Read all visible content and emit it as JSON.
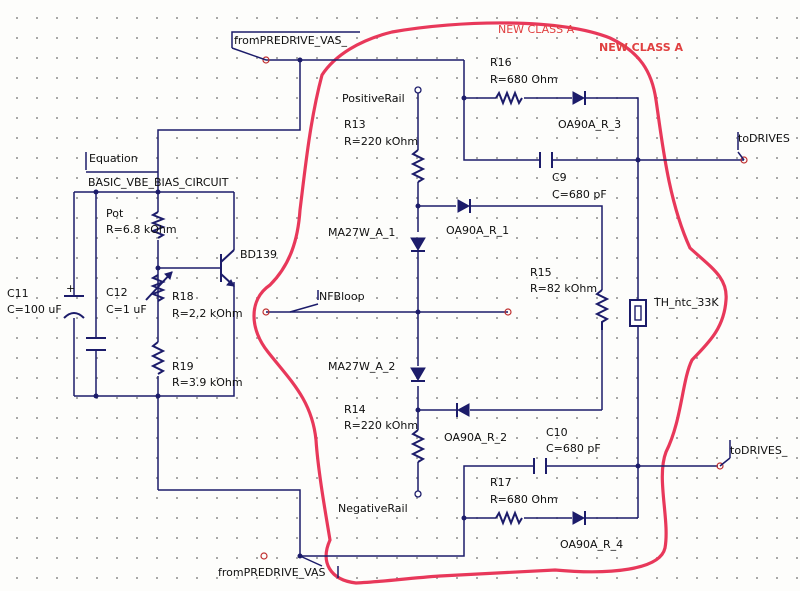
{
  "title_small": "NEW CLASS A",
  "title_big": "NEW CLASS A",
  "ports": {
    "from_vas_top": "fromPREDRIVE_VAS_",
    "from_vas_bot": "fromPREDRIVE_VAS",
    "to_drives_top": "toDRIVES",
    "to_drives_bot": "toDRIVES_",
    "nfb": "NFBloop"
  },
  "equation": {
    "label": "Equation",
    "name": "BASIC_VBE_BIAS_CIRCUIT"
  },
  "rails": {
    "positive": "PositiveRail",
    "negative": "NegativeRail"
  },
  "components": {
    "pot": {
      "name": "Pot",
      "value": "R=6.8 kOhm"
    },
    "c11": {
      "name": "C11",
      "value": "C=100 uF"
    },
    "c12": {
      "name": "C12",
      "value": "C=1 uF"
    },
    "r18": {
      "name": "R18",
      "value": "R=2.2 kOhm"
    },
    "r19": {
      "name": "R19",
      "value": "R=3.9 kOhm"
    },
    "bd139": {
      "name": "BD139"
    },
    "r13": {
      "name": "R13",
      "value": "R=220 kOhm"
    },
    "r14": {
      "name": "R14",
      "value": "R=220 kOhm"
    },
    "ma1": {
      "name": "MA27W_A_1"
    },
    "ma2": {
      "name": "MA27W_A_2"
    },
    "r16": {
      "name": "R16",
      "value": "R=680 Ohm"
    },
    "r17": {
      "name": "R17",
      "value": "R=680 Ohm"
    },
    "d3": {
      "name": "OA90A_R_3"
    },
    "d1": {
      "name": "OA90A_R_1"
    },
    "d2": {
      "name": "OA90A_R_2"
    },
    "d4": {
      "name": "OA90A_R_4"
    },
    "c9": {
      "name": "C9",
      "value": "C=680 pF"
    },
    "c10": {
      "name": "C10",
      "value": "C=680 pF"
    },
    "r15": {
      "name": "R15",
      "value": "R=82 kOhm"
    },
    "th": {
      "name": "TH_ntc_33K"
    }
  },
  "colors": {
    "wire": "#1c1c6a",
    "annotation": "#e04040",
    "port": "#c03030"
  }
}
